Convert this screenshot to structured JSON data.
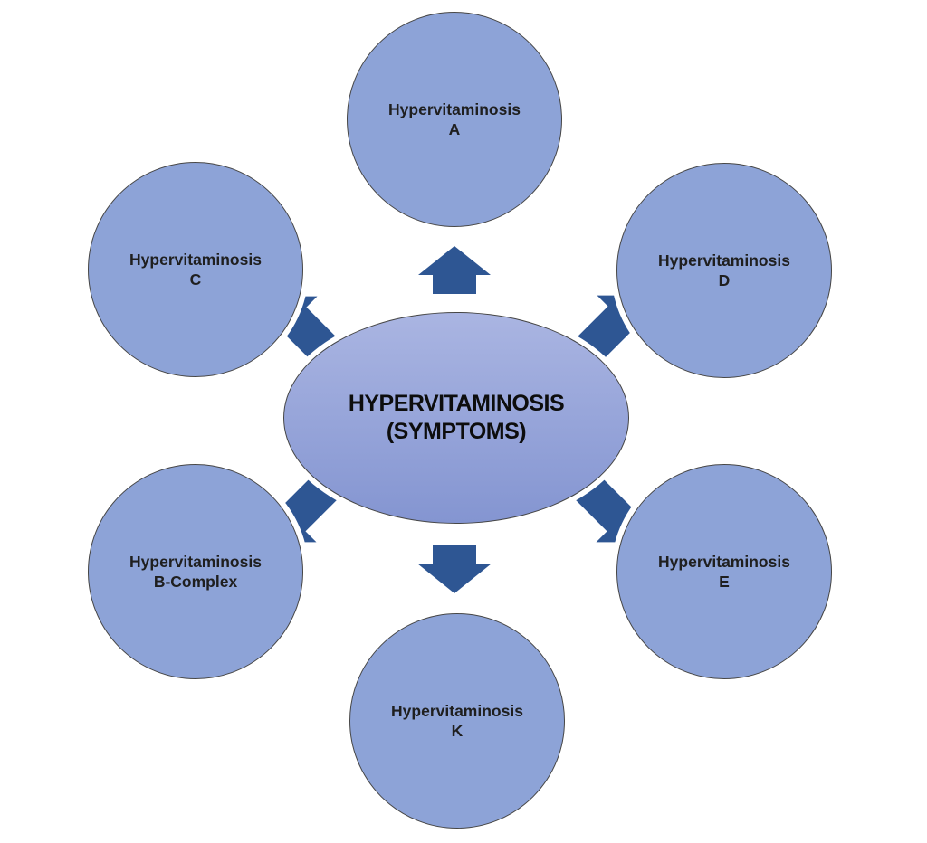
{
  "diagram": {
    "center": {
      "line1": "HYPERVITAMINOSIS",
      "line2": "(SYMPTOMS)"
    },
    "nodes": [
      {
        "key": "a",
        "position": "top",
        "line1": "Hypervitaminosis",
        "line2": "A"
      },
      {
        "key": "c",
        "position": "upper-left",
        "line1": "Hypervitaminosis",
        "line2": "C"
      },
      {
        "key": "d",
        "position": "upper-right",
        "line1": "Hypervitaminosis",
        "line2": "D"
      },
      {
        "key": "b-complex",
        "position": "lower-left",
        "line1": "Hypervitaminosis",
        "line2": "B-Complex"
      },
      {
        "key": "e",
        "position": "lower-right",
        "line1": "Hypervitaminosis",
        "line2": "E"
      },
      {
        "key": "k",
        "position": "bottom",
        "line1": "Hypervitaminosis",
        "line2": "K"
      }
    ],
    "arrows": [
      {
        "direction": "up"
      },
      {
        "direction": "down"
      },
      {
        "direction": "up-left"
      },
      {
        "direction": "up-right"
      },
      {
        "direction": "down-left"
      },
      {
        "direction": "down-right"
      }
    ]
  },
  "colors": {
    "background": "#ffffff",
    "node-fill": "#8da3d7",
    "stroke": "#464646",
    "arrow": "#2e5693",
    "center-top": "#aab5e2",
    "center-bottom": "#8495d1",
    "text": "#1f1f1f"
  }
}
